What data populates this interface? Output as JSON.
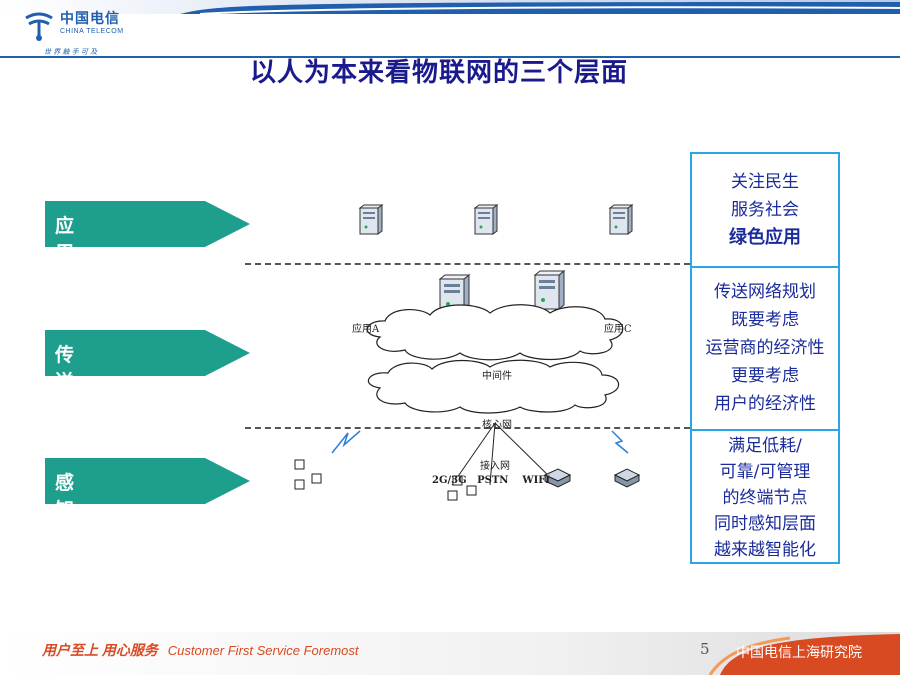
{
  "header": {
    "brand": "中国电信",
    "brand_en": "CHINA TELECOM",
    "slogan": "世 界 触 手 可 及",
    "title": "以人为本来看物联网的三个层面"
  },
  "layers": [
    {
      "label": "应用层要绿色"
    },
    {
      "label": "传送层要经济"
    },
    {
      "label": "感知层要智能"
    }
  ],
  "diagram": {
    "app_a": "应用A",
    "app_c": "应用C",
    "middleware": "中间件",
    "core_net": "核心网",
    "access_net": "接入网",
    "access_types": "2G/3G   PSTN    WIFI"
  },
  "right_panel": {
    "app": [
      "关注民生",
      "服务社会",
      "绿色应用"
    ],
    "transport": [
      "传送网络规划",
      "既要考虑",
      "运营商的经济性",
      "更要考虑",
      "用户的经济性"
    ],
    "sense": [
      "满足低耗/",
      "可靠/可管理",
      "的终端节点",
      "同时感知层面",
      "越来越智能化"
    ]
  },
  "footer": {
    "slogan_cn": "用户至上  用心服务",
    "slogan_en": "Customer First Service Foremost",
    "page": "5",
    "institute": "中国电信上海研究院"
  },
  "colors": {
    "arrow": "#1e9e8c",
    "title": "#1a1a8c",
    "panel_border": "#2aa6e6",
    "panel_text": "#1a2b9c",
    "footer_accent": "#d84a22"
  }
}
